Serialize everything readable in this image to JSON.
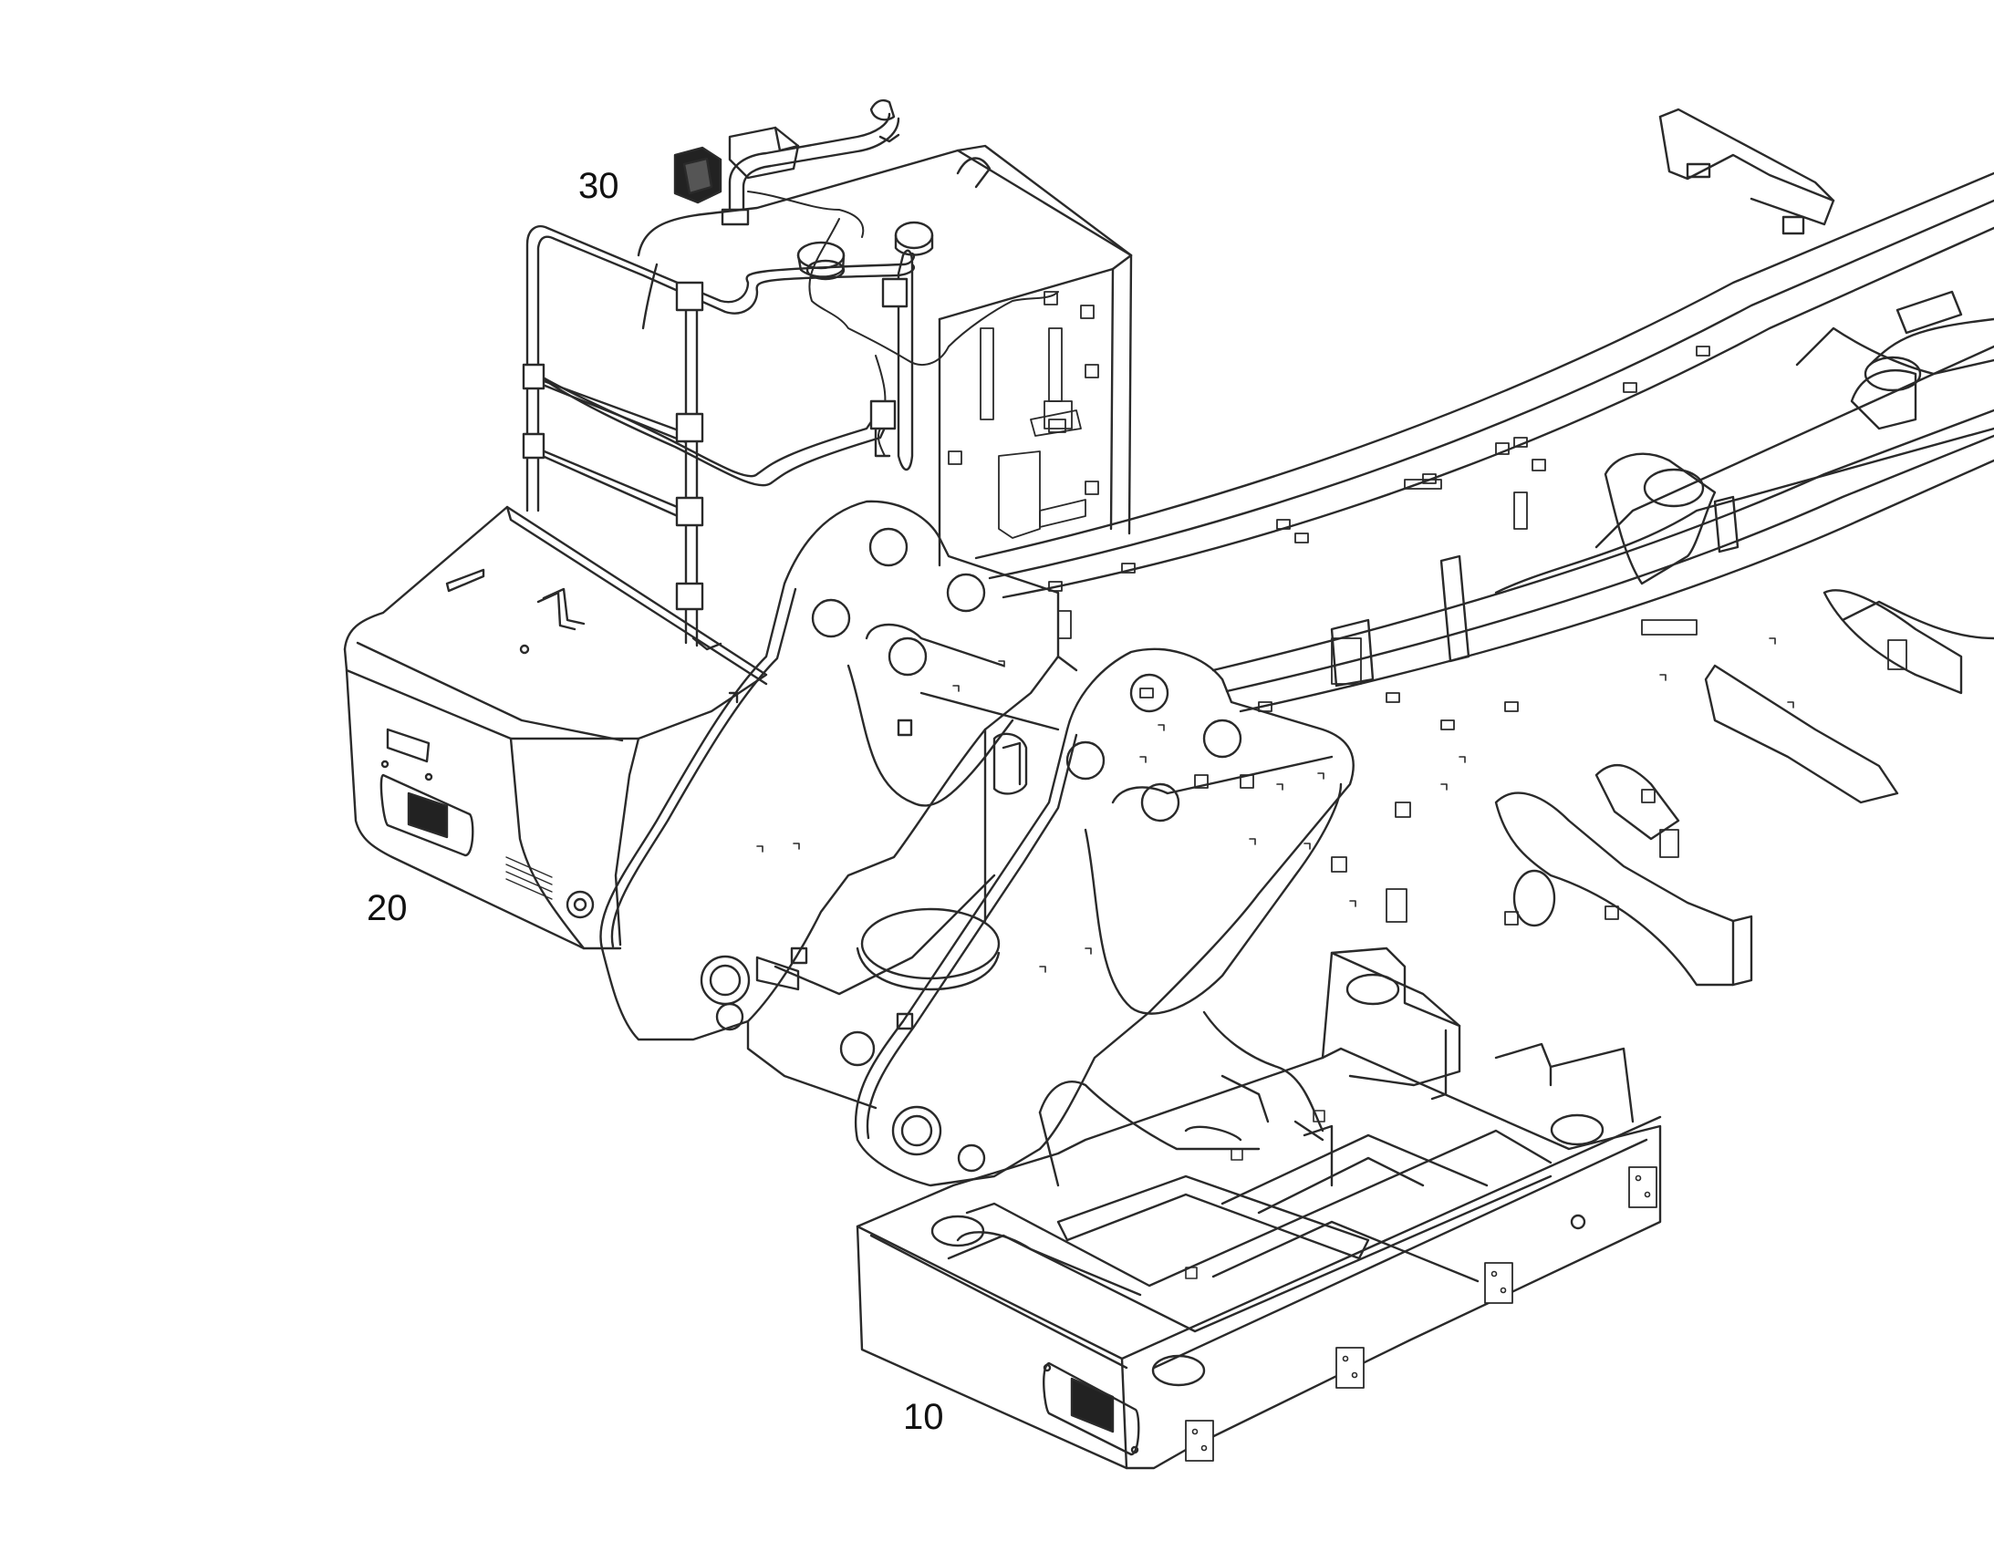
{
  "figure": {
    "callouts": {
      "tank_label": "30",
      "step_box_label": "20",
      "counterweight_label": "10"
    }
  }
}
